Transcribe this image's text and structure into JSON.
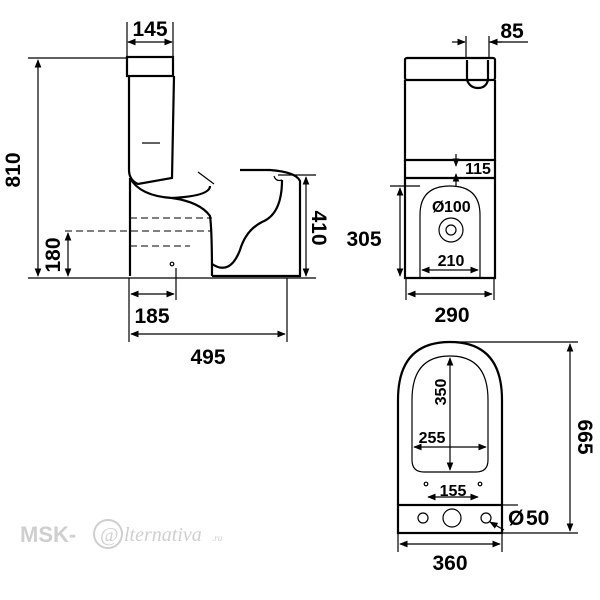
{
  "side_view": {
    "dims": {
      "tank_width": "145",
      "total_height": "810",
      "outlet_height": "180",
      "bowl_height": "410",
      "outlet_offset": "185",
      "total_depth": "495"
    }
  },
  "front_view": {
    "dims": {
      "button_offset": "85",
      "outlet_top": "115",
      "outlet_diameter": "100",
      "base_height": "305",
      "base_inner_width": "210",
      "base_width": "290"
    }
  },
  "top_view": {
    "dims": {
      "seat_length": "350",
      "seat_width": "255",
      "fixing_spacing": "155",
      "hole_diameter": "50",
      "total_length": "665",
      "total_width": "360"
    }
  },
  "watermark": {
    "prefix": "MSK-",
    "at": "@",
    "suffix": "lternativa",
    "tld": ".ru"
  }
}
